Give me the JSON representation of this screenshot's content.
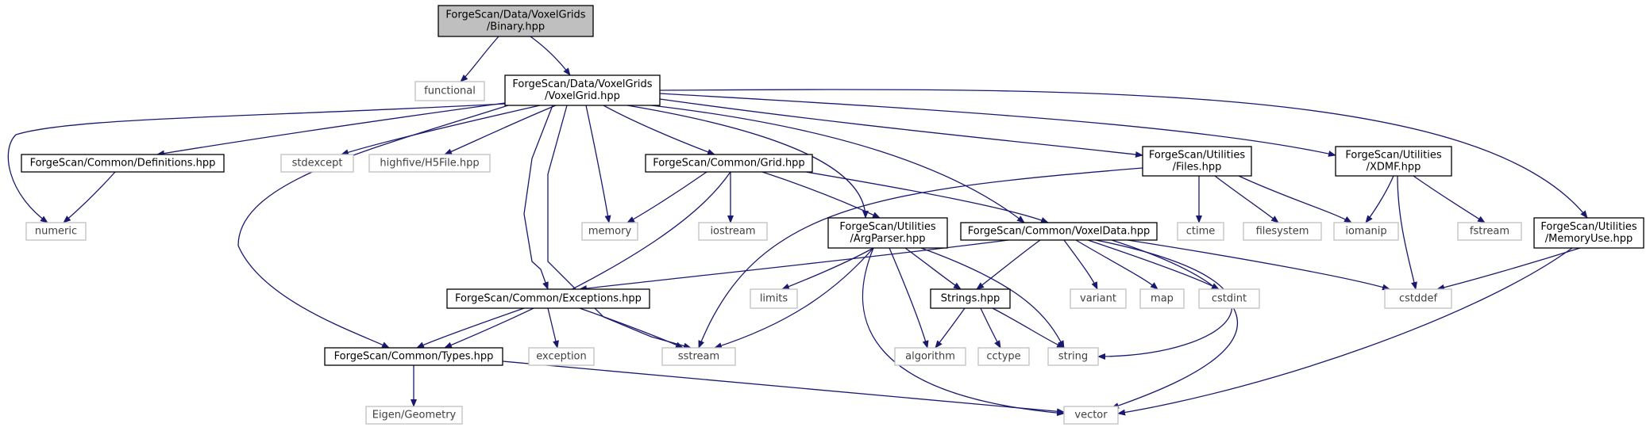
{
  "colors": {
    "edge": "#191970",
    "node_border": "#000000",
    "system_border": "#bfbfbf",
    "root_fill": "#bfbfbf",
    "text": "#000000",
    "system_text": "#404040"
  },
  "nodes": [
    {
      "id": "binary",
      "kind": "root",
      "lines": [
        "ForgeScan/Data/VoxelGrids",
        "/Binary.hpp"
      ]
    },
    {
      "id": "functional",
      "kind": "system",
      "lines": [
        "functional"
      ]
    },
    {
      "id": "voxelgrid",
      "kind": "local",
      "lines": [
        "ForgeScan/Data/VoxelGrids",
        "/VoxelGrid.hpp"
      ]
    },
    {
      "id": "definitions",
      "kind": "local",
      "lines": [
        "ForgeScan/Common/Definitions.hpp"
      ]
    },
    {
      "id": "stdexcept",
      "kind": "system",
      "lines": [
        "stdexcept"
      ]
    },
    {
      "id": "h5file",
      "kind": "system",
      "lines": [
        "highfive/H5File.hpp"
      ]
    },
    {
      "id": "grid",
      "kind": "local",
      "lines": [
        "ForgeScan/Common/Grid.hpp"
      ]
    },
    {
      "id": "files",
      "kind": "local",
      "lines": [
        "ForgeScan/Utilities",
        "/Files.hpp"
      ]
    },
    {
      "id": "xdmf",
      "kind": "local",
      "lines": [
        "ForgeScan/Utilities",
        "/XDMF.hpp"
      ]
    },
    {
      "id": "numeric",
      "kind": "system",
      "lines": [
        "numeric"
      ]
    },
    {
      "id": "memory",
      "kind": "system",
      "lines": [
        "memory"
      ]
    },
    {
      "id": "iostream",
      "kind": "system",
      "lines": [
        "iostream"
      ]
    },
    {
      "id": "argparser",
      "kind": "local",
      "lines": [
        "ForgeScan/Utilities",
        "/ArgParser.hpp"
      ]
    },
    {
      "id": "voxeldata",
      "kind": "local",
      "lines": [
        "ForgeScan/Common/VoxelData.hpp"
      ]
    },
    {
      "id": "ctime",
      "kind": "system",
      "lines": [
        "ctime"
      ]
    },
    {
      "id": "filesystem",
      "kind": "system",
      "lines": [
        "filesystem"
      ]
    },
    {
      "id": "iomanip",
      "kind": "system",
      "lines": [
        "iomanip"
      ]
    },
    {
      "id": "fstream",
      "kind": "system",
      "lines": [
        "fstream"
      ]
    },
    {
      "id": "memoryuse",
      "kind": "local",
      "lines": [
        "ForgeScan/Utilities",
        "/MemoryUse.hpp"
      ]
    },
    {
      "id": "exceptions",
      "kind": "local",
      "lines": [
        "ForgeScan/Common/Exceptions.hpp"
      ]
    },
    {
      "id": "limits",
      "kind": "system",
      "lines": [
        "limits"
      ]
    },
    {
      "id": "strings",
      "kind": "local",
      "lines": [
        "Strings.hpp"
      ]
    },
    {
      "id": "variant",
      "kind": "system",
      "lines": [
        "variant"
      ]
    },
    {
      "id": "map",
      "kind": "system",
      "lines": [
        "map"
      ]
    },
    {
      "id": "cstdint",
      "kind": "system",
      "lines": [
        "cstdint"
      ]
    },
    {
      "id": "cstddef",
      "kind": "system",
      "lines": [
        "cstddef"
      ]
    },
    {
      "id": "types",
      "kind": "local",
      "lines": [
        "ForgeScan/Common/Types.hpp"
      ]
    },
    {
      "id": "exception",
      "kind": "system",
      "lines": [
        "exception"
      ]
    },
    {
      "id": "sstream",
      "kind": "system",
      "lines": [
        "sstream"
      ]
    },
    {
      "id": "algorithm",
      "kind": "system",
      "lines": [
        "algorithm"
      ]
    },
    {
      "id": "cctype",
      "kind": "system",
      "lines": [
        "cctype"
      ]
    },
    {
      "id": "string",
      "kind": "system",
      "lines": [
        "string"
      ]
    },
    {
      "id": "eigen",
      "kind": "system",
      "lines": [
        "Eigen/Geometry"
      ]
    },
    {
      "id": "vector",
      "kind": "system",
      "lines": [
        "vector"
      ]
    }
  ],
  "edges": [
    {
      "from": "binary",
      "to": "functional"
    },
    {
      "from": "binary",
      "to": "voxelgrid"
    },
    {
      "from": "voxelgrid",
      "to": "numeric"
    },
    {
      "from": "voxelgrid",
      "to": "definitions"
    },
    {
      "from": "voxelgrid",
      "to": "stdexcept"
    },
    {
      "from": "voxelgrid",
      "to": "h5file"
    },
    {
      "from": "voxelgrid",
      "to": "types"
    },
    {
      "from": "voxelgrid",
      "to": "exceptions"
    },
    {
      "from": "voxelgrid",
      "to": "sstream"
    },
    {
      "from": "voxelgrid",
      "to": "memory"
    },
    {
      "from": "voxelgrid",
      "to": "grid"
    },
    {
      "from": "voxelgrid",
      "to": "argparser"
    },
    {
      "from": "voxelgrid",
      "to": "voxeldata"
    },
    {
      "from": "voxelgrid",
      "to": "files"
    },
    {
      "from": "voxelgrid",
      "to": "xdmf"
    },
    {
      "from": "voxelgrid",
      "to": "memoryuse"
    },
    {
      "from": "definitions",
      "to": "numeric"
    },
    {
      "from": "grid",
      "to": "memory"
    },
    {
      "from": "grid",
      "to": "iostream"
    },
    {
      "from": "grid",
      "to": "types"
    },
    {
      "from": "grid",
      "to": "argparser"
    },
    {
      "from": "grid",
      "to": "voxeldata"
    },
    {
      "from": "files",
      "to": "sstream"
    },
    {
      "from": "files",
      "to": "ctime"
    },
    {
      "from": "files",
      "to": "filesystem"
    },
    {
      "from": "files",
      "to": "iomanip"
    },
    {
      "from": "xdmf",
      "to": "iomanip"
    },
    {
      "from": "xdmf",
      "to": "fstream"
    },
    {
      "from": "xdmf",
      "to": "cstddef"
    },
    {
      "from": "memoryuse",
      "to": "cstddef"
    },
    {
      "from": "memoryuse",
      "to": "vector"
    },
    {
      "from": "argparser",
      "to": "limits"
    },
    {
      "from": "argparser",
      "to": "sstream"
    },
    {
      "from": "argparser",
      "to": "strings"
    },
    {
      "from": "argparser",
      "to": "algorithm"
    },
    {
      "from": "argparser",
      "to": "string"
    },
    {
      "from": "argparser",
      "to": "vector"
    },
    {
      "from": "voxeldata",
      "to": "exceptions"
    },
    {
      "from": "voxeldata",
      "to": "strings"
    },
    {
      "from": "voxeldata",
      "to": "variant"
    },
    {
      "from": "voxeldata",
      "to": "map"
    },
    {
      "from": "voxeldata",
      "to": "cstdint"
    },
    {
      "from": "voxeldata",
      "to": "cstddef"
    },
    {
      "from": "voxeldata",
      "to": "string"
    },
    {
      "from": "voxeldata",
      "to": "vector"
    },
    {
      "from": "exceptions",
      "to": "types"
    },
    {
      "from": "exceptions",
      "to": "exception"
    },
    {
      "from": "exceptions",
      "to": "sstream"
    },
    {
      "from": "strings",
      "to": "algorithm"
    },
    {
      "from": "strings",
      "to": "cctype"
    },
    {
      "from": "strings",
      "to": "string"
    },
    {
      "from": "types",
      "to": "eigen"
    },
    {
      "from": "types",
      "to": "vector"
    }
  ]
}
